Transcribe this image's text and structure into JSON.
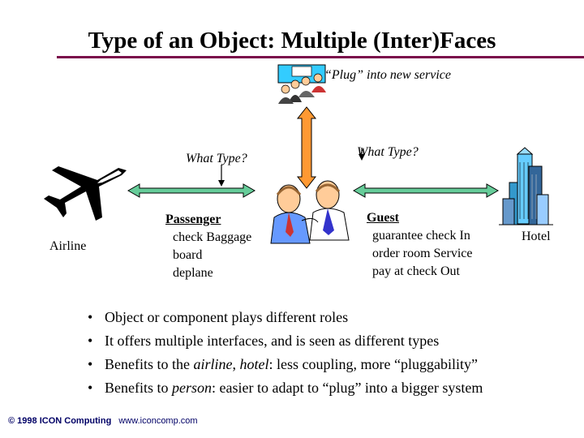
{
  "title": "Type of an Object: Multiple (Inter)Faces",
  "plug_caption": "“Plug” into new service",
  "left_query": "What Type?",
  "right_query": "What Type?",
  "airline_label": "Airline",
  "hotel_label": "Hotel",
  "passenger": {
    "header": "Passenger",
    "ops": [
      "check Baggage",
      "board",
      "deplane"
    ]
  },
  "guest": {
    "header": "Guest",
    "ops": [
      "guarantee check In",
      "order room Service",
      "pay at check Out"
    ]
  },
  "bullets": [
    {
      "parts": [
        {
          "t": "Object or component plays different roles",
          "i": false
        }
      ]
    },
    {
      "parts": [
        {
          "t": "It offers multiple interfaces, and is seen as different types",
          "i": false
        }
      ]
    },
    {
      "parts": [
        {
          "t": "Benefits to the ",
          "i": false
        },
        {
          "t": "airline",
          "i": true
        },
        {
          "t": ", ",
          "i": false
        },
        {
          "t": "hotel",
          "i": true
        },
        {
          "t": ": less coupling, more “pluggability”",
          "i": false
        }
      ]
    },
    {
      "parts": [
        {
          "t": "Benefits to ",
          "i": false
        },
        {
          "t": "person",
          "i": true
        },
        {
          "t": ": easier to adapt to “plug” into a bigger system",
          "i": false
        }
      ]
    }
  ],
  "bullet_glyph": "•",
  "footer": {
    "company": "© 1998 ICON Computing",
    "url": "www.iconcomp.com"
  },
  "colors": {
    "title_rule": "#7a0a4a",
    "horizontal_arrow": "#66cc99",
    "vertical_arrow": "#ff9933",
    "footer_text": "#000066"
  },
  "icons": [
    "airplane-icon",
    "people-icon",
    "meeting-icon",
    "hotel-building-icon"
  ]
}
